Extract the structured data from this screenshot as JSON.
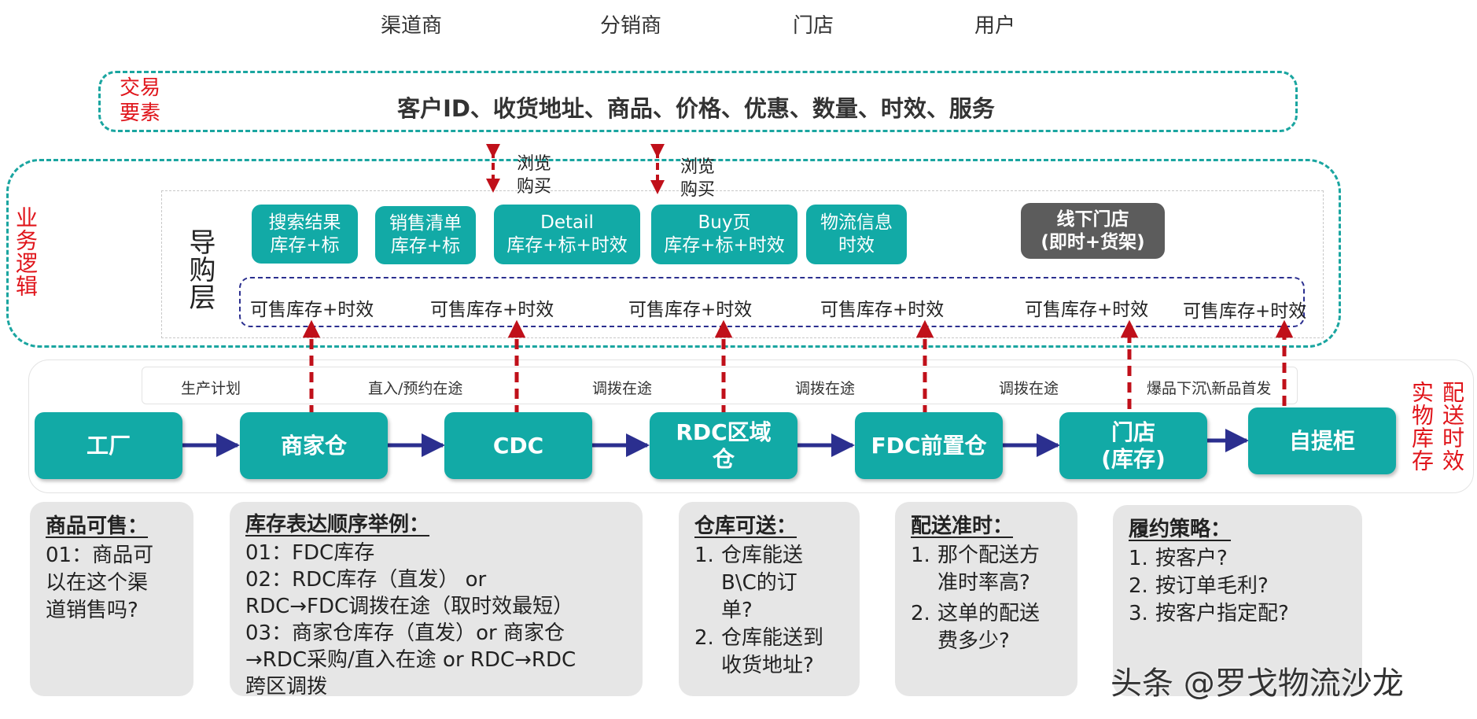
{
  "top_labels": [
    "渠道商",
    "分销商",
    "门店",
    "用户"
  ],
  "transaction": {
    "label_line1": "交易",
    "label_line2": "要素",
    "content": "客户ID、收货地址、商品、价格、优惠、数量、时效、服务"
  },
  "browse_label_1": "浏览\n购买",
  "browse_label_2": "浏览\n购买",
  "business_logic_label": "业务逻辑",
  "guide_layer_label": "导购层",
  "pages": [
    "搜索结果\n库存+标",
    "销售清单\n库存+标",
    "Detail\n库存+标+时效",
    "Buy页\n库存+标+时效",
    "物流信息\n时效"
  ],
  "offline_store": "线下门店\n(即时+货架)",
  "saleable": [
    "可售库存+时效",
    "可售库存+时效",
    "可售库存+时效",
    "可售库存+时效",
    "可售库存+时效",
    "可售库存+时效"
  ],
  "flow_labels": [
    "生产计划",
    "直入/预约在途",
    "调拨在途",
    "调拨在途",
    "调拨在途",
    "爆品下沉\\新品首发"
  ],
  "nodes": [
    "工厂",
    "商家仓",
    "CDC",
    "RDC区域\n仓",
    "FDC前置仓",
    "门店\n(库存)",
    "自提柜"
  ],
  "right_label_1": "实物库存",
  "right_label_2": "配送时效",
  "cards": {
    "c1": {
      "title": "商品可售：",
      "body": "01：商品可\n以在这个渠\n道销售吗?"
    },
    "c2": {
      "title": "库存表达顺序举例：",
      "lines": [
        "01：FDC库存",
        "02：RDC库存（直发） or",
        "RDC→FDC调拨在途（取时效最短）",
        "03：商家仓库存（直发）or 商家仓",
        "→RDC采购/直入在途 or RDC→RDC",
        "跨区调拨"
      ]
    },
    "c3": {
      "title": "仓库可送：",
      "items": [
        {
          "n": "1.",
          "t": "仓库能送\nB\\C的订\n单?"
        },
        {
          "n": "2.",
          "t": "仓库能送到\n收货地址?"
        }
      ]
    },
    "c4": {
      "title": "配送准时：",
      "items": [
        {
          "n": "1.",
          "t": "那个配送方\n准时率高?"
        },
        {
          "n": "2.",
          "t": "这单的配送\n费多少?"
        }
      ]
    },
    "c5": {
      "title": "履约策略：",
      "items": [
        {
          "n": "1.",
          "t": "按客户?"
        },
        {
          "n": "2.",
          "t": "按订单毛利?"
        },
        {
          "n": "3.",
          "t": "按客户指定配?"
        }
      ]
    }
  },
  "watermark": "头条 @罗戈物流沙龙",
  "colors": {
    "teal": "#12aaa6",
    "red": "#e0151b",
    "dark_red": "#c0101a",
    "navy": "#2b2f8f",
    "grey_card": "#e6e6e6",
    "dark_grey": "#5c5c5c"
  }
}
